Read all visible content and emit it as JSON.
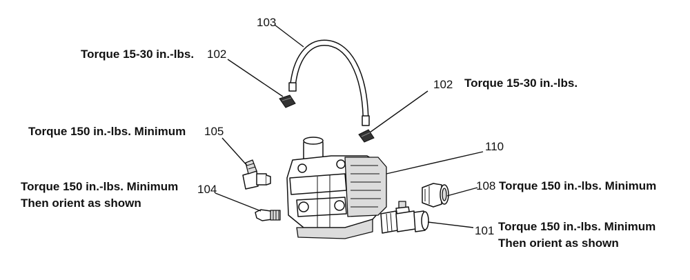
{
  "diagram": {
    "labels": {
      "n103": "103",
      "n102_left": "102",
      "t102_left": "Torque 15-30 in.-lbs.",
      "n102_right": "102",
      "t102_right": "Torque 15-30 in.-lbs.",
      "t105": "Torque 150 in.-lbs. Minimum",
      "n105": "105",
      "n110": "110",
      "t104_line1": "Torque 150 in.-lbs. Minimum",
      "t104_line2": "Then orient as shown",
      "n104": "104",
      "n108": "108",
      "t108": "Torque 150 in.-lbs. Minimum",
      "n101": "101",
      "t101_line1": "Torque 150 in.-lbs. Minimum",
      "t101_line2": "Then orient as shown"
    },
    "icons": {
      "hose": "hose-icon",
      "elbow_fitting_left": "elbow-fitting-icon",
      "elbow_fitting_right": "elbow-fitting-icon",
      "pump": "pump-icon",
      "fitting_105": "elbow-fitting-icon",
      "fitting_104": "nipple-fitting-icon",
      "fitting_108": "quick-connect-icon",
      "fitting_101": "inlet-fitting-icon"
    }
  }
}
